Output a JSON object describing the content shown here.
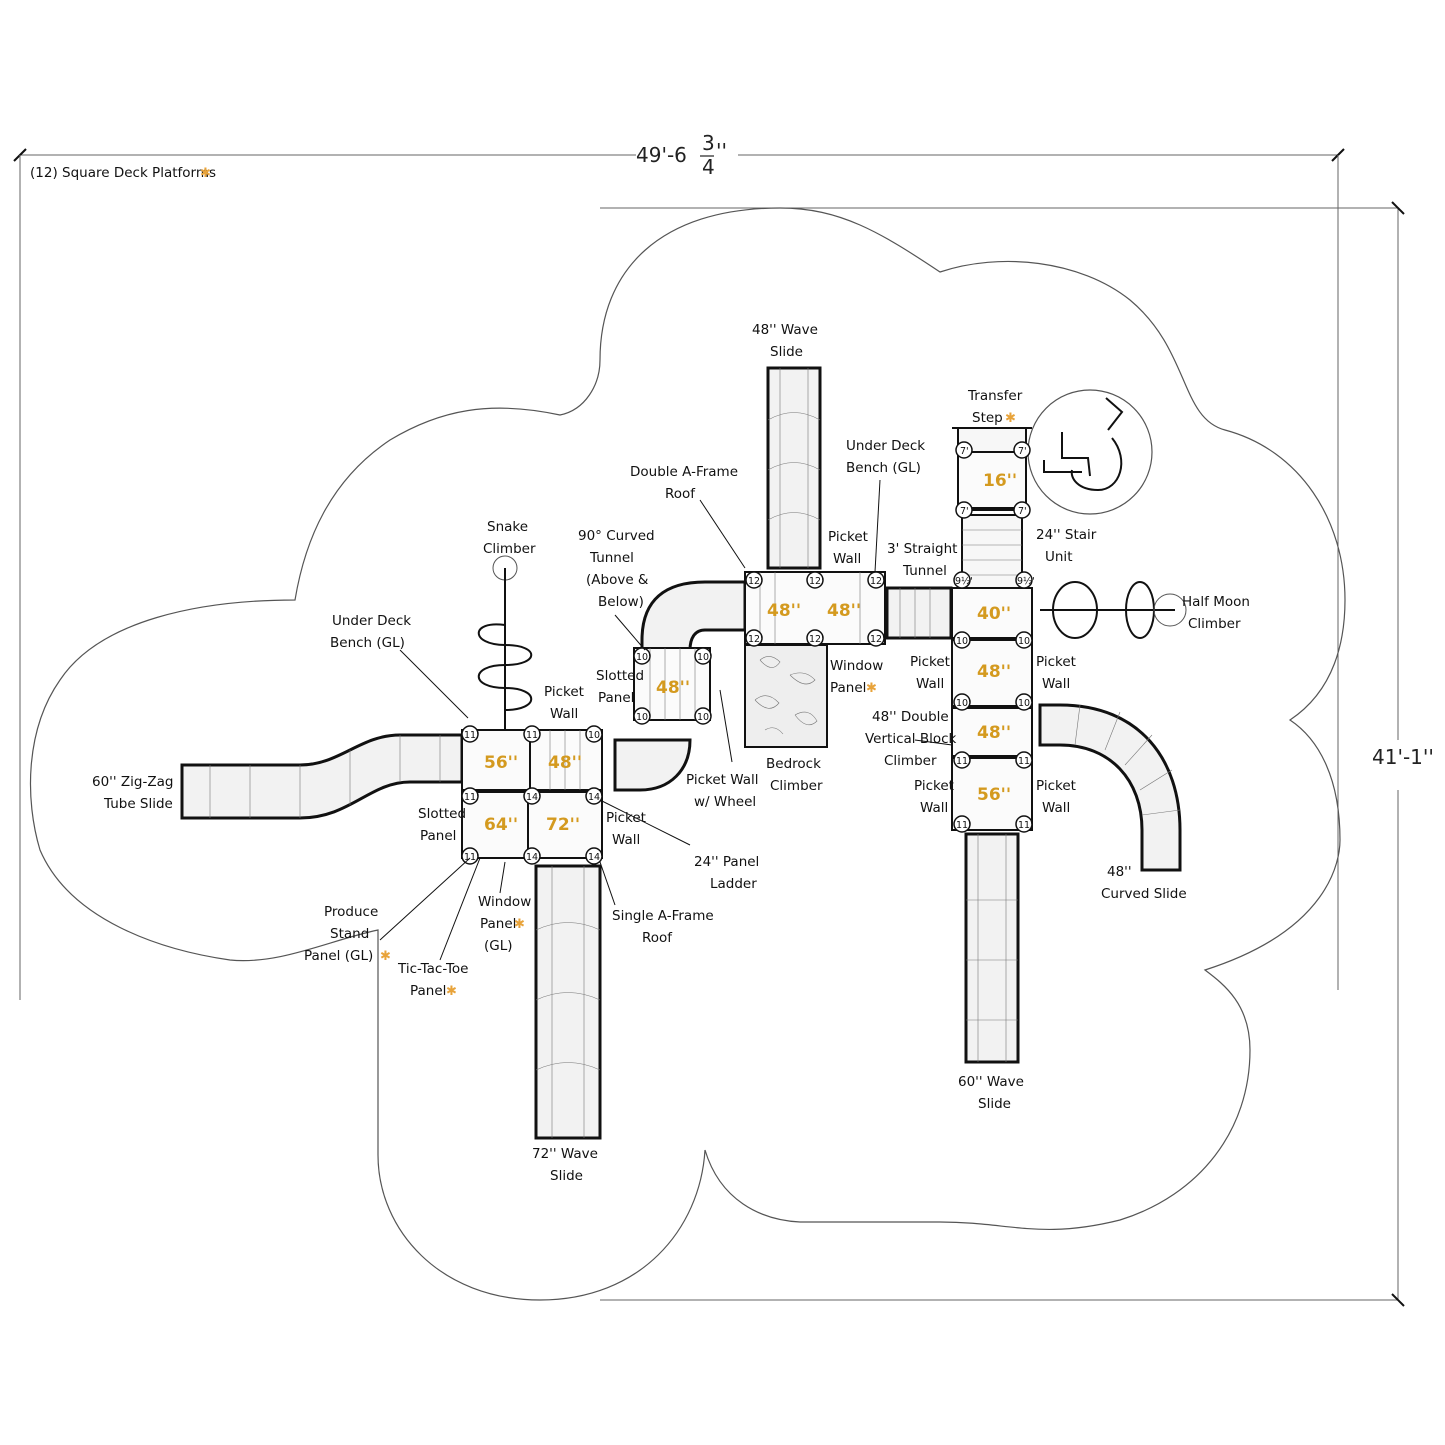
{
  "dimensions": {
    "width": "49'-6",
    "width_frac_num": "3",
    "width_frac_den": "4",
    "width_inch": "''",
    "height": "41'-1''"
  },
  "note": "(12) Square Deck Platforms",
  "accent_color": "#d49a1f",
  "star_color": "#e8a33a",
  "labels": {
    "wave48_a": "48'' Wave",
    "wave48_b": "Slide",
    "transfer_a": "Transfer",
    "transfer_b": "Step",
    "double_aframe_a": "Double A-Frame",
    "double_aframe_b": "Roof",
    "under_deck_r_a": "Under Deck",
    "under_deck_r_b": "Bench (GL)",
    "snake_a": "Snake",
    "snake_b": "Climber",
    "curved_tunnel_a": "90° Curved",
    "curved_tunnel_b": "Tunnel",
    "curved_tunnel_c": "(Above &",
    "curved_tunnel_d": "Below)",
    "picket_top_a": "Picket",
    "picket_top_b": "Wall",
    "straight_tunnel_a": "3' Straight",
    "straight_tunnel_b": "Tunnel",
    "stair_a": "24'' Stair",
    "stair_b": "Unit",
    "half_moon_a": "Half Moon",
    "half_moon_b": "Climber",
    "under_deck_l_a": "Under Deck",
    "under_deck_l_b": "Bench (GL)",
    "picket_l_a": "Picket",
    "picket_l_b": "Wall",
    "slotted_top_a": "Slotted",
    "slotted_top_b": "Panel",
    "window_top_a": "Window",
    "window_top_b": "Panel",
    "picket_r1_a": "Picket",
    "picket_r1_b": "Wall",
    "picket_r2_a": "Picket",
    "picket_r2_b": "Wall",
    "dvb_a": "48'' Double",
    "dvb_b": "Vertical Block",
    "dvb_c": "Climber",
    "bedrock_a": "Bedrock",
    "bedrock_b": "Climber",
    "picket_wheel_a": "Picket Wall",
    "picket_wheel_b": "w/ Wheel",
    "zigzag_a": "60'' Zig-Zag",
    "zigzag_b": "Tube Slide",
    "slotted_l_a": "Slotted",
    "slotted_l_b": "Panel",
    "picket_c_a": "Picket",
    "picket_c_b": "Wall",
    "panel_ladder_a": "24'' Panel",
    "panel_ladder_b": "Ladder",
    "picket_r3_a": "Picket",
    "picket_r3_b": "Wall",
    "picket_r4_a": "Picket",
    "picket_r4_b": "Wall",
    "curved_slide_a": "48''",
    "curved_slide_b": "Curved Slide",
    "produce_a": "Produce",
    "produce_b": "Stand",
    "produce_c": "Panel (GL)",
    "window_l_a": "Window",
    "window_l_b": "Panel",
    "window_l_c": "(GL)",
    "single_aframe_a": "Single A-Frame",
    "single_aframe_b": "Roof",
    "tictactoe_a": "Tic-Tac-Toe",
    "tictactoe_b": "Panel",
    "wave60_a": "60'' Wave",
    "wave60_b": "Slide",
    "wave72_a": "72'' Wave",
    "wave72_b": "Slide"
  },
  "decks": {
    "d16": "16''",
    "d40": "40''",
    "d48a": "48''",
    "d48b": "48''",
    "d48c": "48''",
    "d48d": "48''",
    "d48e": "48''",
    "d48f": "48''",
    "d56a": "56''",
    "d56b": "56''",
    "d64": "64''",
    "d72": "72''"
  },
  "posts": {
    "p7": "7'",
    "p9": "9½'",
    "p10": "10'",
    "p11": "11'",
    "p12": "12'",
    "p14": "14'"
  }
}
